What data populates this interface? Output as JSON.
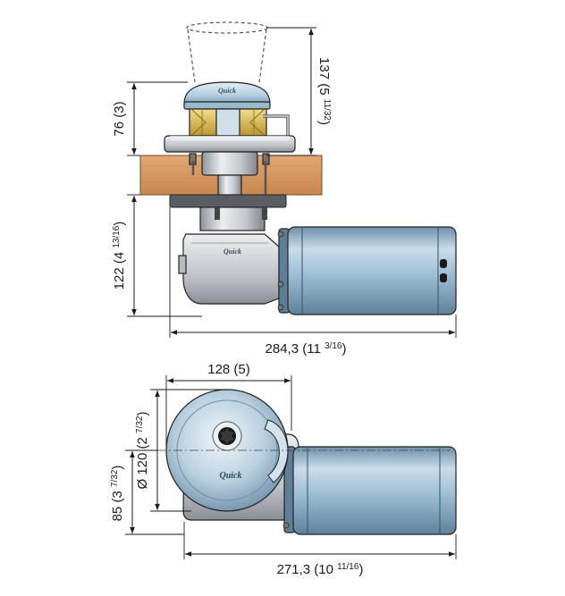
{
  "brand": {
    "logo_text": "Quick"
  },
  "colors": {
    "wood": "#d99a62",
    "wood_dark": "#b87840",
    "motor": "#8fb1c8",
    "motor_light": "#c4d9e7",
    "motor_dark": "#5e819a",
    "metal": "#c3c7cc",
    "metal_light": "#e8eaec",
    "metal_dark": "#8f949a",
    "brass": "#e0c060",
    "cap": "#b5cfe1"
  },
  "top_view": {
    "dim_137": {
      "main": "137 (5 ",
      "frac": "11/32",
      "close": ")"
    },
    "dim_76": {
      "main": "76 (3)",
      "frac": "",
      "close": ""
    },
    "dim_122": {
      "main": "122 (4 ",
      "frac": "13/16",
      "close": ")"
    },
    "dim_284": {
      "main": "284,3 (11 ",
      "frac": "3/16",
      "close": ")"
    }
  },
  "bottom_view": {
    "dim_128": {
      "main": "128 (5)",
      "frac": "",
      "close": ""
    },
    "dim_120": {
      "main": "Ø 120 (2 ",
      "frac": "7/32",
      "close": ")"
    },
    "dim_85": {
      "main": "85 (3 ",
      "frac": "7/32",
      "close": ")"
    },
    "dim_271": {
      "main": "271,3 (10 ",
      "frac": "11/16",
      "close": ")"
    }
  }
}
